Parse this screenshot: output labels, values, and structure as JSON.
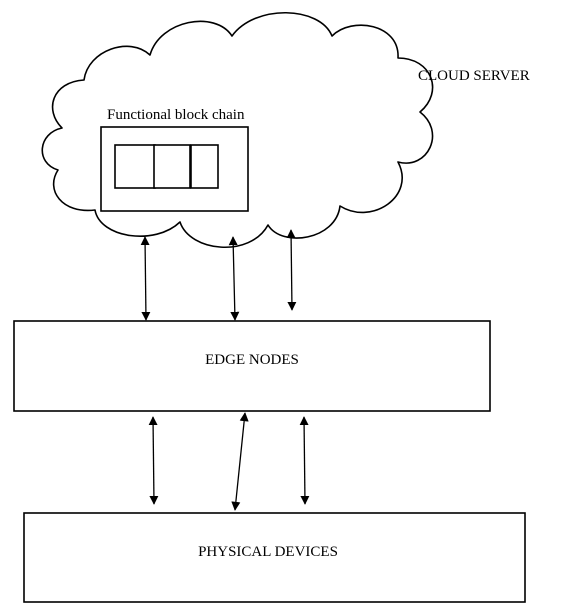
{
  "cloud": {
    "label": "CLOUD SERVER"
  },
  "blockchain": {
    "label": "Functional block chain",
    "block_count": 3
  },
  "edge": {
    "label": "EDGE NODES"
  },
  "devices": {
    "label": "PHYSICAL DEVICES"
  },
  "colors": {
    "stroke": "#000000",
    "background": "#ffffff"
  },
  "connections": [
    {
      "from": "cloud",
      "to": "edge",
      "direction": "bidirectional",
      "count": 3
    },
    {
      "from": "edge",
      "to": "devices",
      "direction": "bidirectional",
      "count": 3
    }
  ]
}
